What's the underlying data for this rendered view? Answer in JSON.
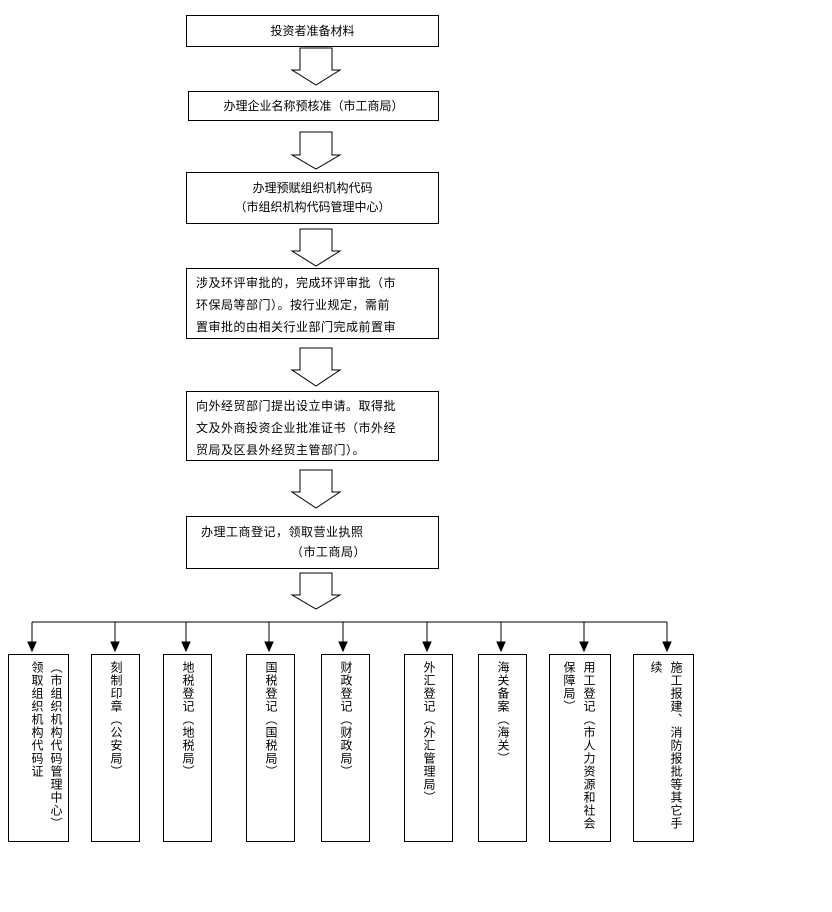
{
  "steps": [
    {
      "text": "投资者准备材料"
    },
    {
      "text": "办理企业名称预核准（市工商局）"
    },
    {
      "line1": "办理预赋组织机构代码",
      "line2": "（市组织机构代码管理中心）"
    },
    {
      "line1": "涉及环评审批的，完成环评审批（市",
      "line2": "环保局等部门）。按行业规定，需前",
      "line3": "置审批的由相关行业部门完成前置审"
    },
    {
      "line1": "向外经贸部门提出设立申请。取得批",
      "line2": "文及外商投资企业批准证书（市外经",
      "line3": "贸局及区县外经贸主管部门）。"
    },
    {
      "line1": "办理工商登记，领取营业执照",
      "line2": "（市工商局）"
    }
  ],
  "branches": [
    {
      "col1": "（市组织机构代码管理中心）",
      "col2": "领取组织机构代码证"
    },
    {
      "col1": "刻制印章（公安局）"
    },
    {
      "col1": "地税登记（地税局）"
    },
    {
      "col1": "国税登记（国税局）"
    },
    {
      "col1": "财政登记（财政局）"
    },
    {
      "col1": "外汇登记（外汇管理局）"
    },
    {
      "col1": "海关备案（海关）"
    },
    {
      "col1": "用工登记（市人力资源和社会",
      "col2": "保障局）"
    },
    {
      "col1": "施工报建、消防报批等其它手",
      "col2": "续"
    }
  ]
}
